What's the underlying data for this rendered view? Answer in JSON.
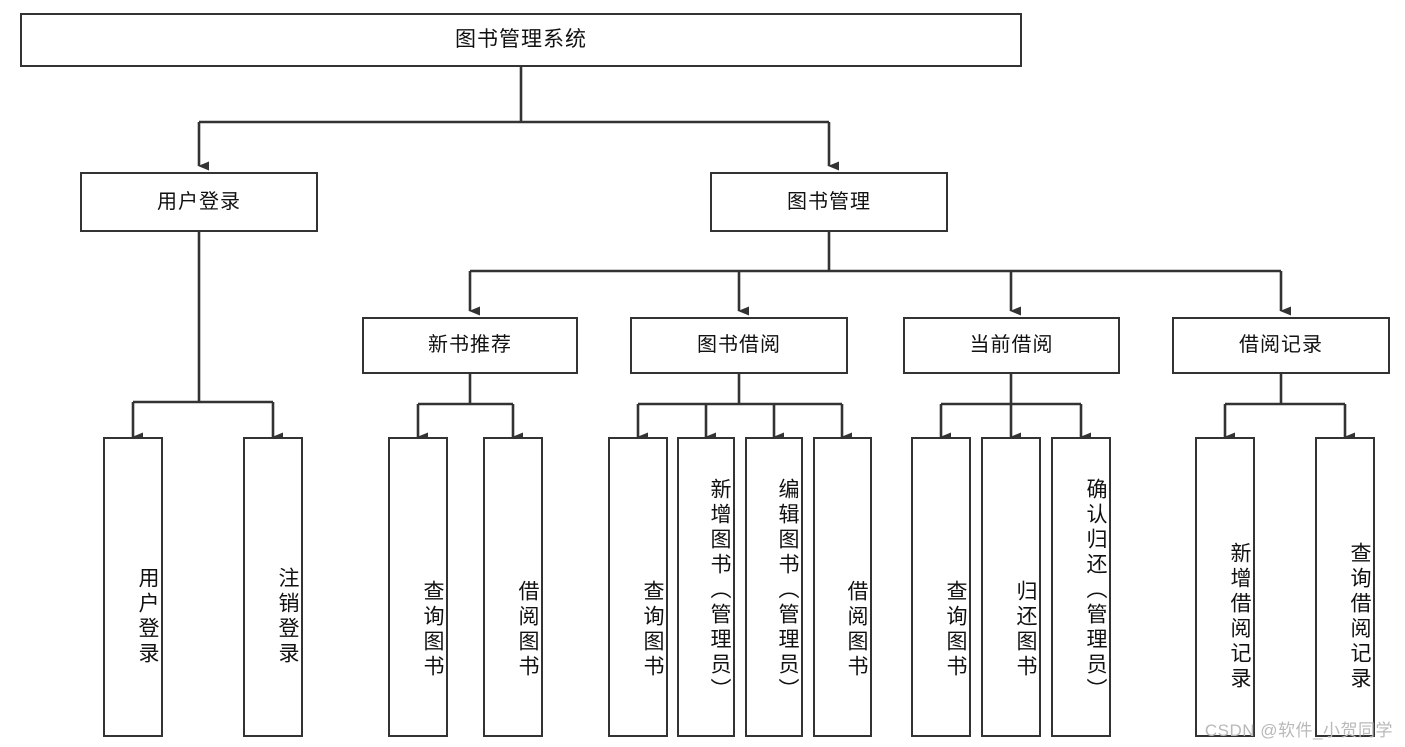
{
  "diagram": {
    "title": "图书管理系统",
    "type": "tree",
    "orientation": "top-down",
    "node_border_color": "#333333",
    "node_fill_color": "#ffffff",
    "edge_color": "#333333",
    "text_color": "#111111"
  },
  "watermark": {
    "text": "CSDN @软件_小贺同学",
    "color": "#b9b9b9"
  },
  "nodes": {
    "root": {
      "label": "图书管理系统"
    },
    "level2": [
      {
        "id": "user-login",
        "label": "用户登录"
      },
      {
        "id": "book-manage",
        "label": "图书管理"
      }
    ],
    "level3": [
      {
        "id": "new-book-recommend",
        "label": "新书推荐"
      },
      {
        "id": "book-borrow",
        "label": "图书借阅"
      },
      {
        "id": "current-borrow",
        "label": "当前借阅"
      },
      {
        "id": "borrow-record",
        "label": "借阅记录"
      }
    ],
    "leaves": {
      "user_login": [
        {
          "id": "leaf-user-login",
          "label": "用户登录"
        },
        {
          "id": "leaf-logout-login",
          "label": "注销登录"
        }
      ],
      "new_book_recommend": [
        {
          "id": "leaf-query-book-1",
          "label": "查询图书"
        },
        {
          "id": "leaf-borrow-book-1",
          "label": "借阅图书"
        }
      ],
      "book_borrow": [
        {
          "id": "leaf-query-book-2",
          "label": "查询图书"
        },
        {
          "id": "leaf-add-book-admin",
          "label": "新增图书（管理员）"
        },
        {
          "id": "leaf-edit-book-admin",
          "label": "编辑图书（管理员）"
        },
        {
          "id": "leaf-borrow-book-2",
          "label": "借阅图书"
        }
      ],
      "current_borrow": [
        {
          "id": "leaf-query-book-3",
          "label": "查询图书"
        },
        {
          "id": "leaf-return-book",
          "label": "归还图书"
        },
        {
          "id": "leaf-confirm-return-admin",
          "label": "确认归还（管理员）"
        }
      ],
      "borrow_record": [
        {
          "id": "leaf-add-borrow-record",
          "label": "新增借阅记录"
        },
        {
          "id": "leaf-query-borrow-record",
          "label": "查询借阅记录"
        }
      ]
    }
  }
}
